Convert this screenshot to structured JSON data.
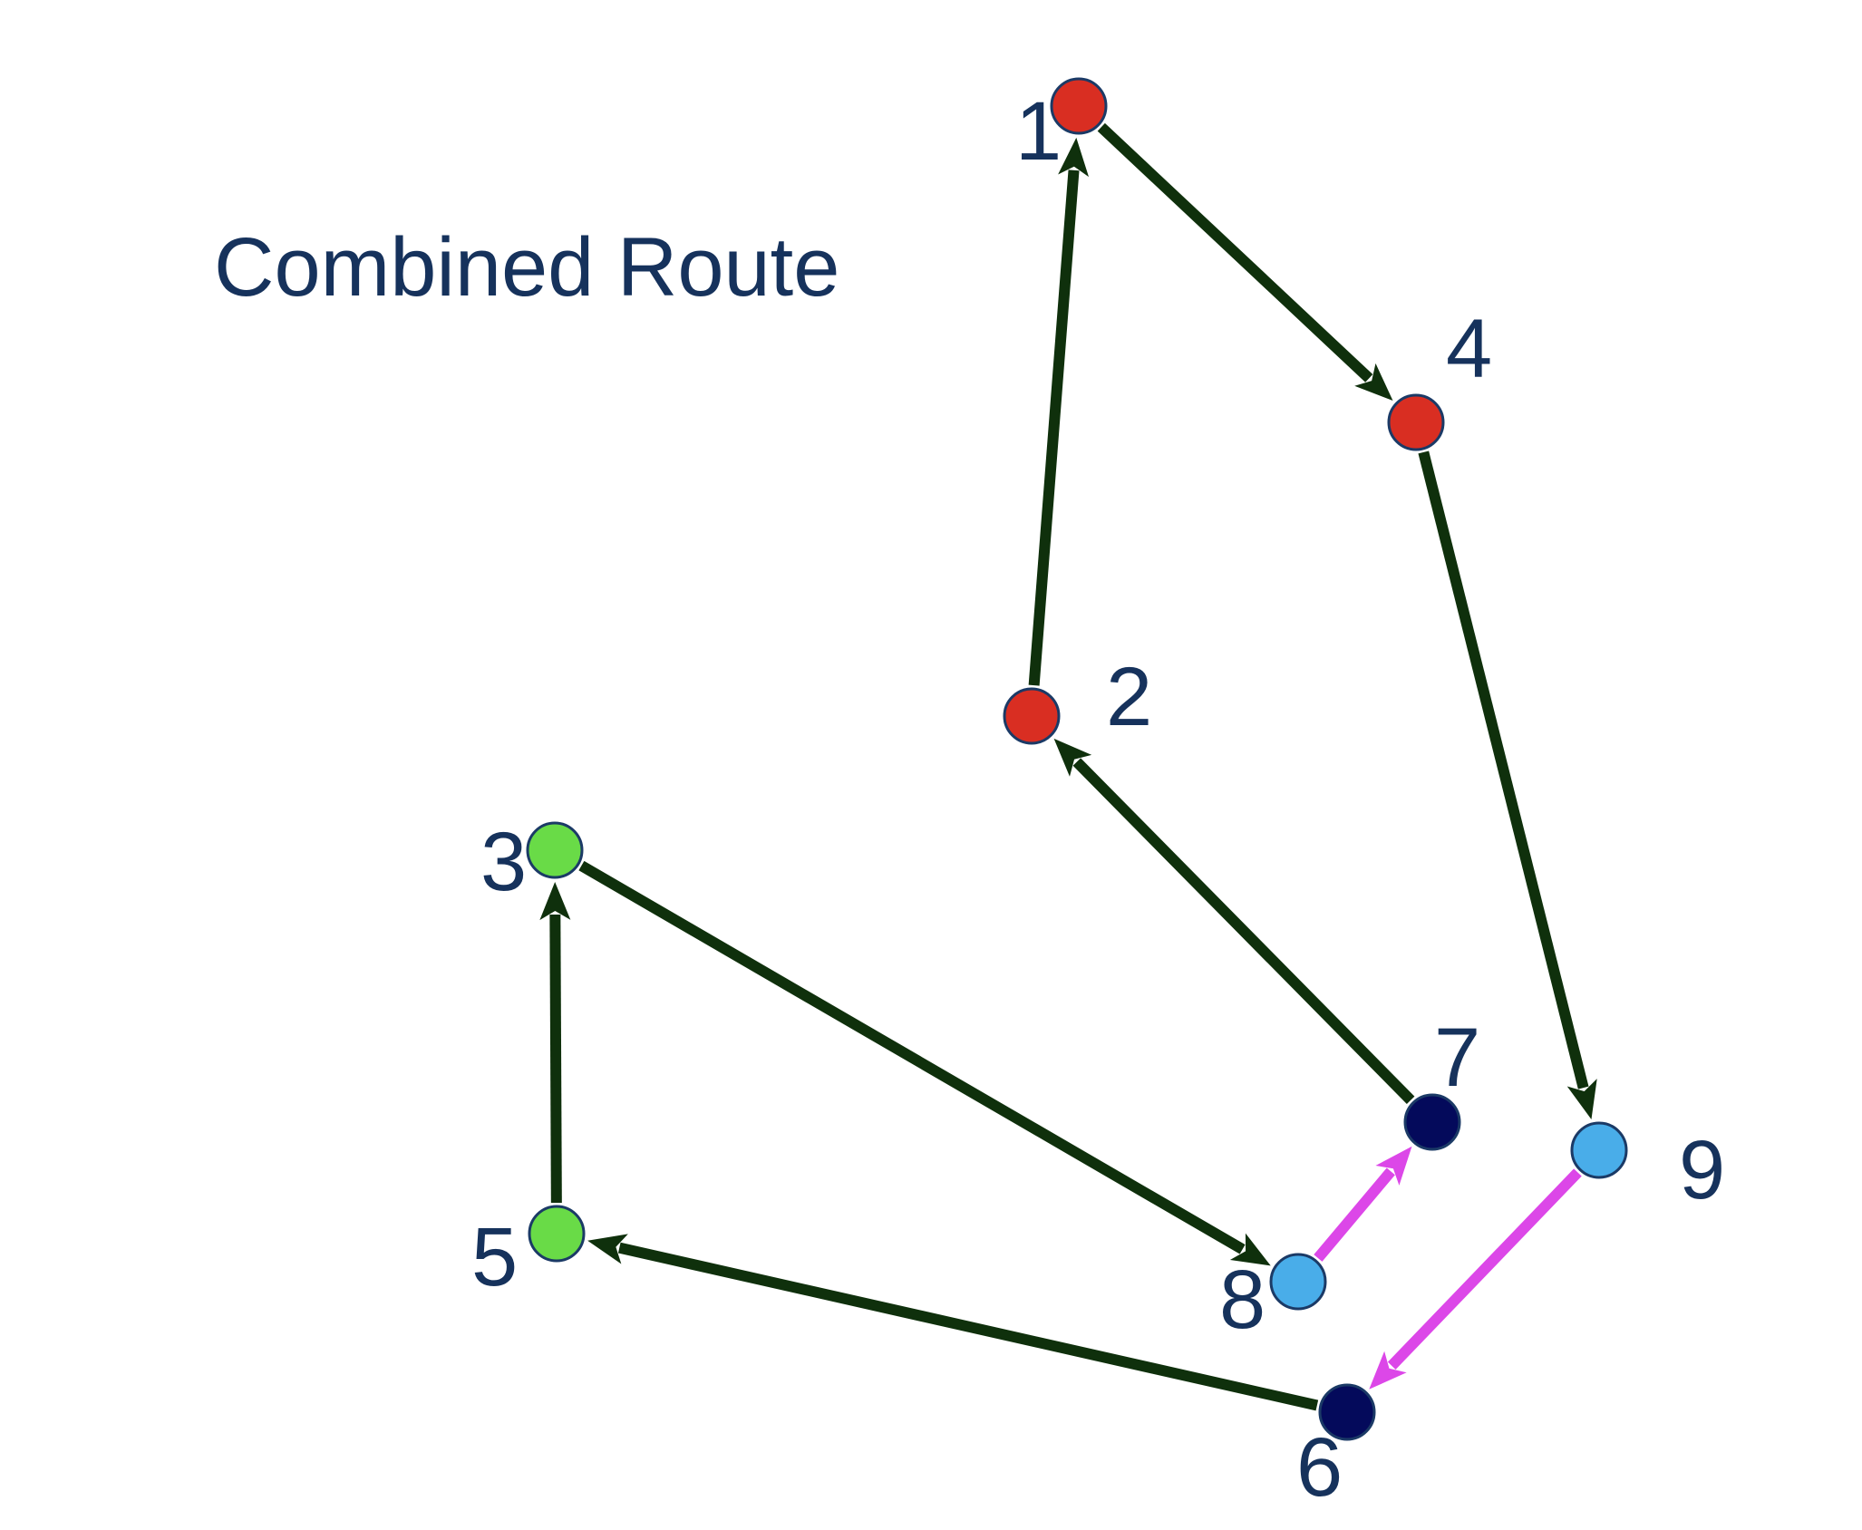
{
  "title": "Combined Route",
  "colors": {
    "text": "#16325c",
    "edge_main": "#0f300c",
    "edge_highlight": "#dc47e8",
    "node_stroke": "#1b3a66",
    "red": "#d92e22",
    "green": "#69db47",
    "light_blue": "#49ade9",
    "navy": "#040a5b"
  },
  "nodes": [
    {
      "id": "1",
      "label": "1",
      "color": "red"
    },
    {
      "id": "2",
      "label": "2",
      "color": "red"
    },
    {
      "id": "3",
      "label": "3",
      "color": "green"
    },
    {
      "id": "4",
      "label": "4",
      "color": "red"
    },
    {
      "id": "5",
      "label": "5",
      "color": "green"
    },
    {
      "id": "6",
      "label": "6",
      "color": "navy"
    },
    {
      "id": "7",
      "label": "7",
      "color": "navy"
    },
    {
      "id": "8",
      "label": "8",
      "color": "light_blue"
    },
    {
      "id": "9",
      "label": "9",
      "color": "light_blue"
    }
  ],
  "edges": [
    {
      "from": "1",
      "to": "4",
      "style": "main"
    },
    {
      "from": "4",
      "to": "9",
      "style": "main"
    },
    {
      "from": "9",
      "to": "6",
      "style": "highlight"
    },
    {
      "from": "6",
      "to": "5",
      "style": "main"
    },
    {
      "from": "5",
      "to": "3",
      "style": "main"
    },
    {
      "from": "3",
      "to": "8",
      "style": "main"
    },
    {
      "from": "8",
      "to": "7",
      "style": "highlight"
    },
    {
      "from": "7",
      "to": "2",
      "style": "main"
    },
    {
      "from": "2",
      "to": "1",
      "style": "main"
    }
  ]
}
